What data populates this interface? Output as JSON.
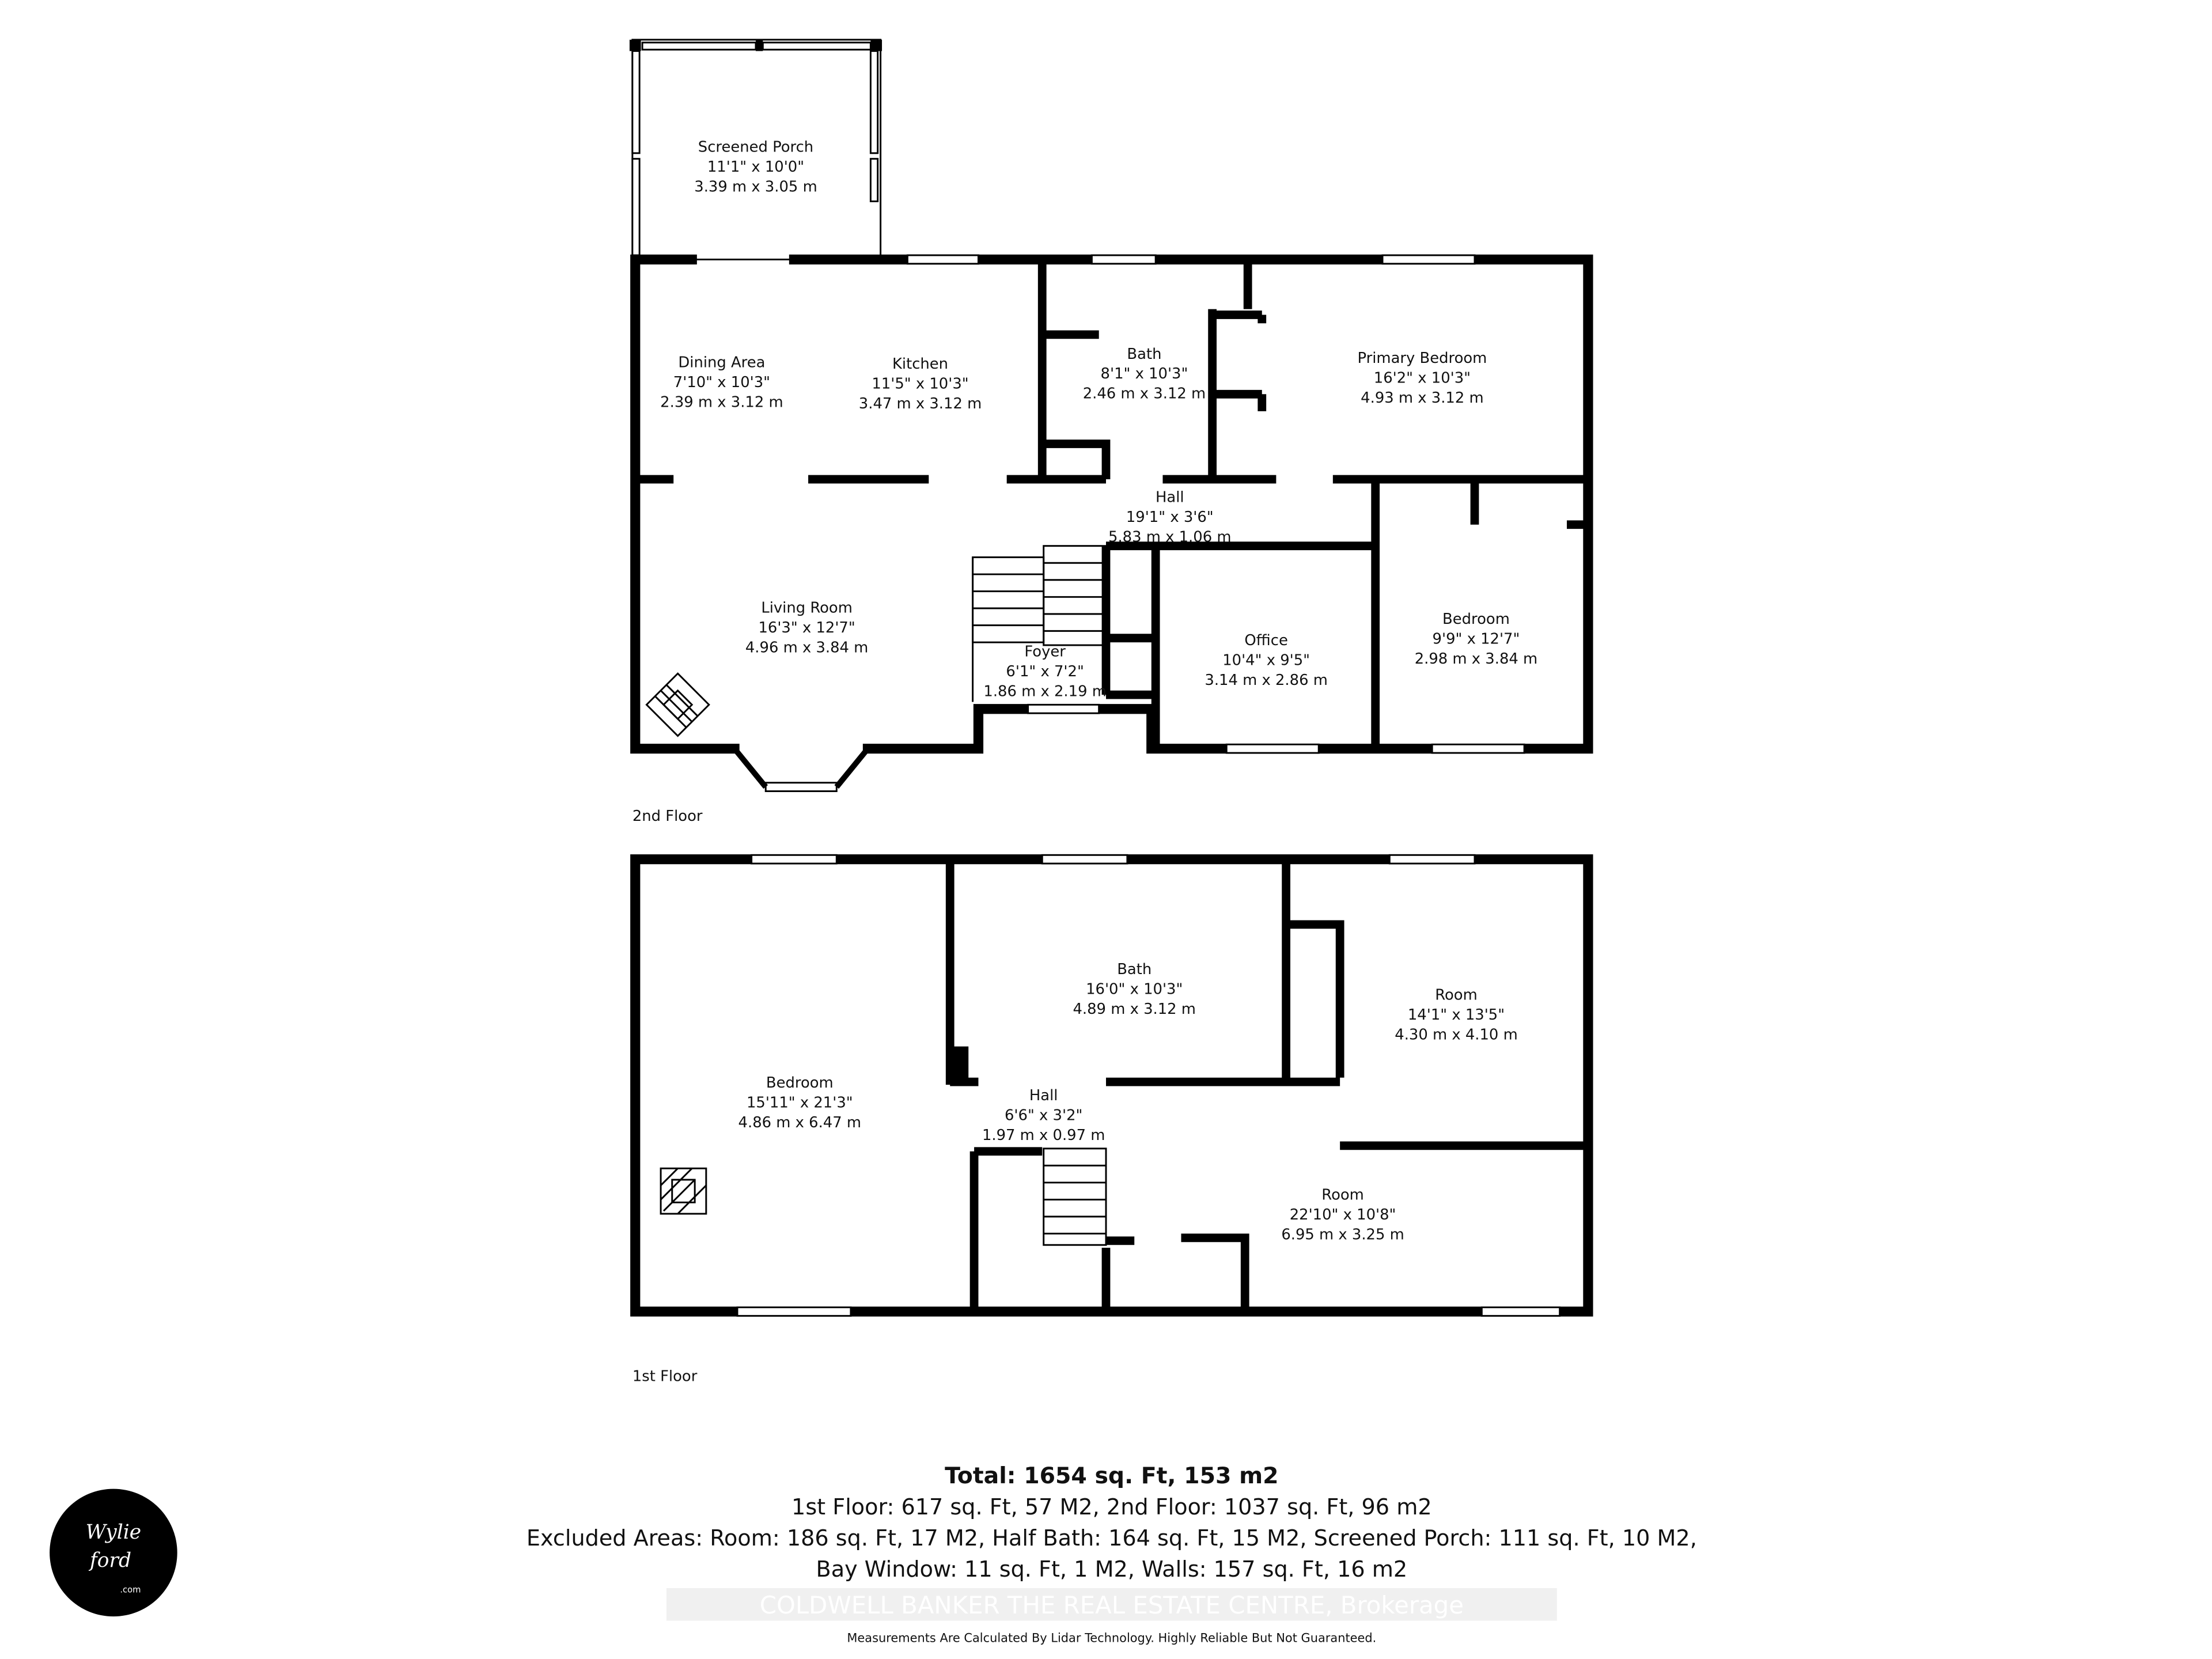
{
  "floors": [
    {
      "label": "2nd Floor",
      "rooms": [
        {
          "name": "Screened Porch",
          "imperial": "11'1\" x 10'0\"",
          "metric": "3.39 m x 3.05 m"
        },
        {
          "name": "Dining Area",
          "imperial": "7'10\" x 10'3\"",
          "metric": "2.39 m x 3.12 m"
        },
        {
          "name": "Kitchen",
          "imperial": "11'5\" x 10'3\"",
          "metric": "3.47 m x 3.12 m"
        },
        {
          "name": "Bath",
          "imperial": "8'1\" x 10'3\"",
          "metric": "2.46 m x 3.12 m"
        },
        {
          "name": "Primary Bedroom",
          "imperial": "16'2\" x 10'3\"",
          "metric": "4.93 m x 3.12 m"
        },
        {
          "name": "Hall",
          "imperial": "19'1\" x 3'6\"",
          "metric": "5.83 m x 1.06 m"
        },
        {
          "name": "Living Room",
          "imperial": "16'3\" x 12'7\"",
          "metric": "4.96 m x 3.84 m"
        },
        {
          "name": "Foyer",
          "imperial": "6'1\" x 7'2\"",
          "metric": "1.86 m x 2.19 m"
        },
        {
          "name": "Office",
          "imperial": "10'4\" x 9'5\"",
          "metric": "3.14 m x 2.86 m"
        },
        {
          "name": "Bedroom",
          "imperial": "9'9\" x 12'7\"",
          "metric": "2.98 m x 3.84 m"
        }
      ]
    },
    {
      "label": "1st Floor",
      "rooms": [
        {
          "name": "Bedroom",
          "imperial": "15'11\" x 21'3\"",
          "metric": "4.86 m x 6.47 m"
        },
        {
          "name": "Bath",
          "imperial": "16'0\" x 10'3\"",
          "metric": "4.89 m x 3.12 m"
        },
        {
          "name": "Room",
          "imperial": "14'1\" x 13'5\"",
          "metric": "4.30 m x 4.10 m"
        },
        {
          "name": "Hall",
          "imperial": "6'6\" x 3'2\"",
          "metric": "1.97 m x 0.97 m"
        },
        {
          "name": "Room",
          "imperial": "22'10\" x 10'8\"",
          "metric": "6.95 m x 3.25 m"
        }
      ]
    }
  ],
  "summary": {
    "total": "Total: 1654 sq. Ft, 153 m2",
    "floors": "1st Floor: 617 sq. Ft, 57 M2, 2nd Floor: 1037 sq. Ft, 96 m2",
    "excluded_1": "Excluded Areas: Room: 186 sq. Ft, 17 M2, Half Bath: 164 sq. Ft, 15 M2, Screened Porch: 111 sq. Ft, 10 M2,",
    "excluded_2": "Bay Window: 11 sq. Ft, 1 M2, Walls: 157 sq. Ft, 16 m2",
    "brokerage": "COLDWELL BANKER THE REAL ESTATE CENTRE, Brokerage",
    "disclaimer": "Measurements Are Calculated By Lidar Technology. Highly Reliable But Not Guaranteed."
  },
  "logo": {
    "text": "Wylie ford .com",
    "color": "#000000"
  }
}
